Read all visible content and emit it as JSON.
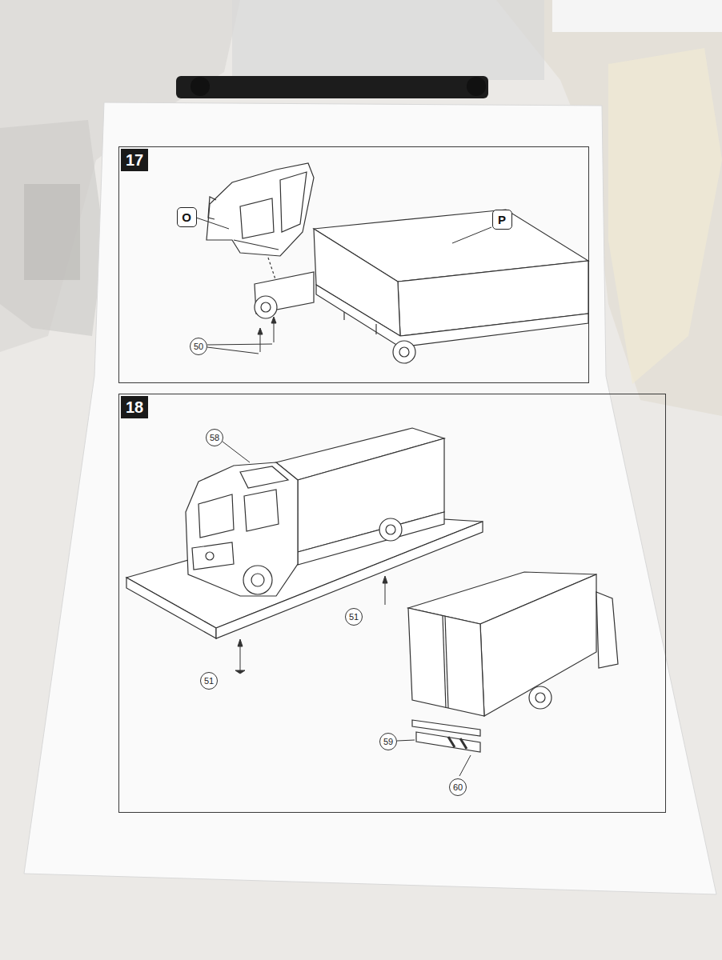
{
  "diagram": {
    "nodes": [
      {
        "text": [
          "17"
        ]
      },
      {
        "text": [
          "O"
        ],
        "in": 0
      },
      {
        "text": [
          "P"
        ],
        "in": 0
      },
      {
        "text": [
          "50"
        ],
        "in": 0
      },
      {
        "text": [
          "18"
        ]
      },
      {
        "text": [
          "58"
        ],
        "in": 4
      },
      {
        "text": [
          "51"
        ],
        "in": 4
      },
      {
        "text": [
          "51"
        ],
        "in": 4
      },
      {
        "text": [
          "59"
        ],
        "in": 4
      },
      {
        "text": [
          "60"
        ],
        "in": 4
      }
    ]
  }
}
